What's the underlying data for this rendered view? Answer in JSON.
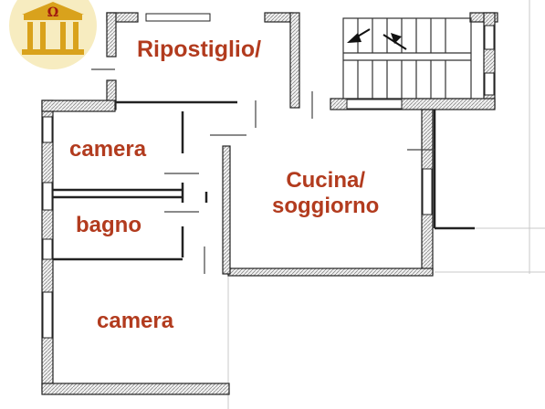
{
  "rooms": {
    "ripostiglio": "Ripostiglio/",
    "camera_top": "camera",
    "bagno": "bagno",
    "camera_bottom": "camera",
    "cucina_line1": "Cucina/",
    "cucina_line2": "soggiorno"
  },
  "logo": {
    "icon": "temple-omega-logo",
    "symbol": "Ω"
  },
  "colors": {
    "label": "#b23b1e",
    "wall": "#222222",
    "hatch": "#888888",
    "logo_gold": "#d9a21c"
  }
}
